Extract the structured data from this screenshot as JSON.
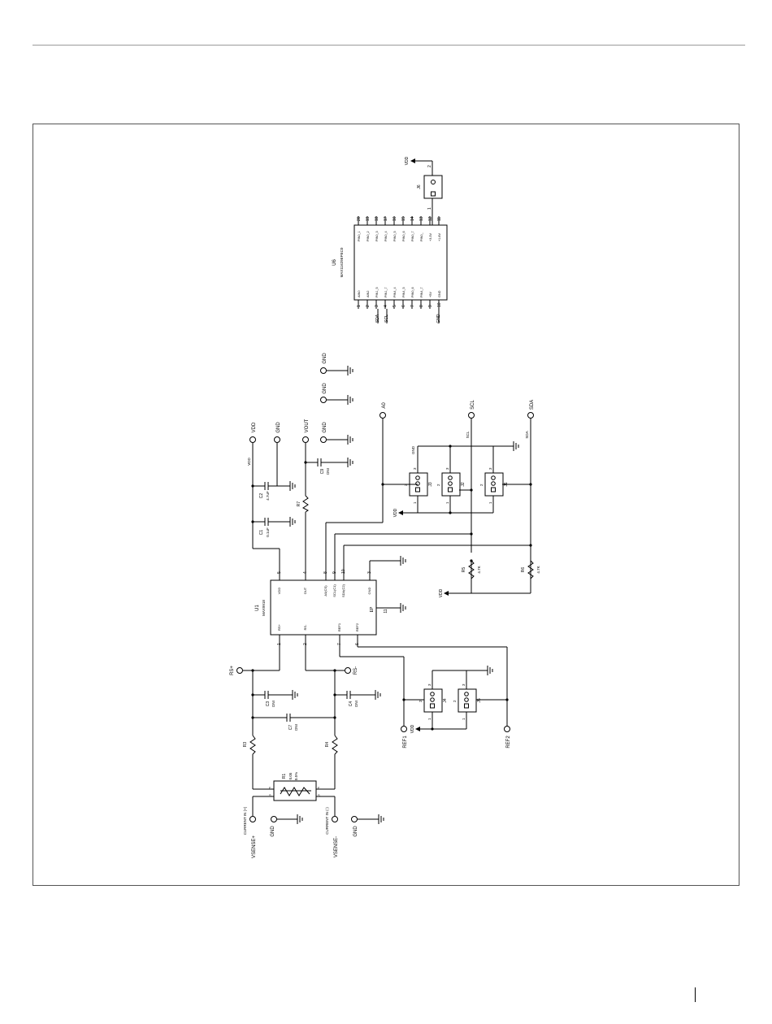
{
  "labels": {
    "vdd": "VDD",
    "gnd": "GND",
    "vout": "VOUT",
    "a0": "A0",
    "scl": "SCL",
    "sda": "SDA",
    "rs_plus": "RS+",
    "rs_minus": "RS-",
    "ref1": "REF1",
    "ref2": "REF2",
    "vsense_plus": "VSENSE+",
    "vsense_minus": "VSENSE-",
    "current_in_plus": "CURRENT IN (+)",
    "current_in_minus": "CURRENT IN (-)"
  },
  "u1": {
    "ref": "U1",
    "part": "MAX9918",
    "pins_top": [
      {
        "num": "5",
        "name": "VDD"
      },
      {
        "num": "4",
        "name": "OUT"
      },
      {
        "num": "8",
        "name": "A0(CS)"
      },
      {
        "num": "9",
        "name": "SCL(C1)"
      },
      {
        "num": "10",
        "name": "SDA(C2)"
      },
      {
        "num": "3",
        "name": "GND"
      }
    ],
    "pins_bottom": [
      {
        "num": "1",
        "name": "RS+"
      },
      {
        "num": "2",
        "name": "RS-"
      },
      {
        "num": "7",
        "name": "REF1"
      },
      {
        "num": "6",
        "name": "REF2"
      }
    ],
    "pin_ep": "EP",
    "pin_11": "11"
  },
  "u6": {
    "ref": "U6",
    "part": "MAX11629EPEC0",
    "pins_left": [
      {
        "num": "1",
        "name": "AIN0"
      },
      {
        "num": "2",
        "name": "AIN2"
      },
      {
        "num": "3",
        "name": "PIN1_5"
      },
      {
        "num": "4",
        "name": "PIN1_7"
      },
      {
        "num": "5",
        "name": "PIN4_4"
      },
      {
        "num": "6",
        "name": "PIN4_5"
      },
      {
        "num": "7",
        "name": "PIN0_6"
      },
      {
        "num": "8",
        "name": "PIN4_7"
      },
      {
        "num": "9",
        "name": "+5V"
      },
      {
        "num": "10",
        "name": "GND"
      }
    ],
    "pins_right": [
      {
        "num": "20",
        "name": "PIN0_1"
      },
      {
        "num": "19",
        "name": "PIN0_2"
      },
      {
        "num": "18",
        "name": "PIN0_3"
      },
      {
        "num": "17",
        "name": "PIN0_4"
      },
      {
        "num": "16",
        "name": "PIN0_5"
      },
      {
        "num": "15",
        "name": "PIN0_6"
      },
      {
        "num": "14",
        "name": "PIN0_7"
      },
      {
        "num": "13",
        "name": "PIN0_"
      },
      {
        "num": "12",
        "name": "+3.3V"
      },
      {
        "num": "11",
        "name": "+1.8V"
      }
    ],
    "net_sda": "SDA",
    "net_scl": "SCL",
    "net_gnd": "GND"
  },
  "capacitors": [
    {
      "ref": "C1",
      "value": "0.1uF"
    },
    {
      "ref": "C2",
      "value": "4.7uF"
    },
    {
      "ref": "C3",
      "value": "DNI"
    },
    {
      "ref": "C4",
      "value": "DNI"
    },
    {
      "ref": "C7",
      "value": "DNI"
    },
    {
      "ref": "C9",
      "value": "DNI"
    }
  ],
  "resistors": [
    {
      "ref": "R1",
      "value": "0.05",
      "tol": "0.5%"
    },
    {
      "ref": "R3",
      "value": ""
    },
    {
      "ref": "R4",
      "value": ""
    },
    {
      "ref": "R5",
      "value": "4.7K"
    },
    {
      "ref": "R6",
      "value": "4.7K"
    },
    {
      "ref": "R7",
      "value": ""
    }
  ],
  "jumpers": [
    {
      "ref": "J1",
      "pins": [
        "1",
        "2",
        "3"
      ]
    },
    {
      "ref": "J2",
      "pins": [
        "1",
        "2",
        "3"
      ]
    },
    {
      "ref": "J3",
      "pins": [
        "1",
        "2",
        "3"
      ]
    },
    {
      "ref": "J4",
      "pins": [
        "1",
        "2",
        "3"
      ]
    },
    {
      "ref": "J5",
      "pins": [
        "1",
        "2",
        "3"
      ]
    },
    {
      "ref": "J6",
      "pins": [
        "1",
        "2"
      ]
    }
  ],
  "r1_pins": {
    "f_plus": "F",
    "s_plus": "S",
    "f_minus": "F",
    "s_minus": "S"
  }
}
